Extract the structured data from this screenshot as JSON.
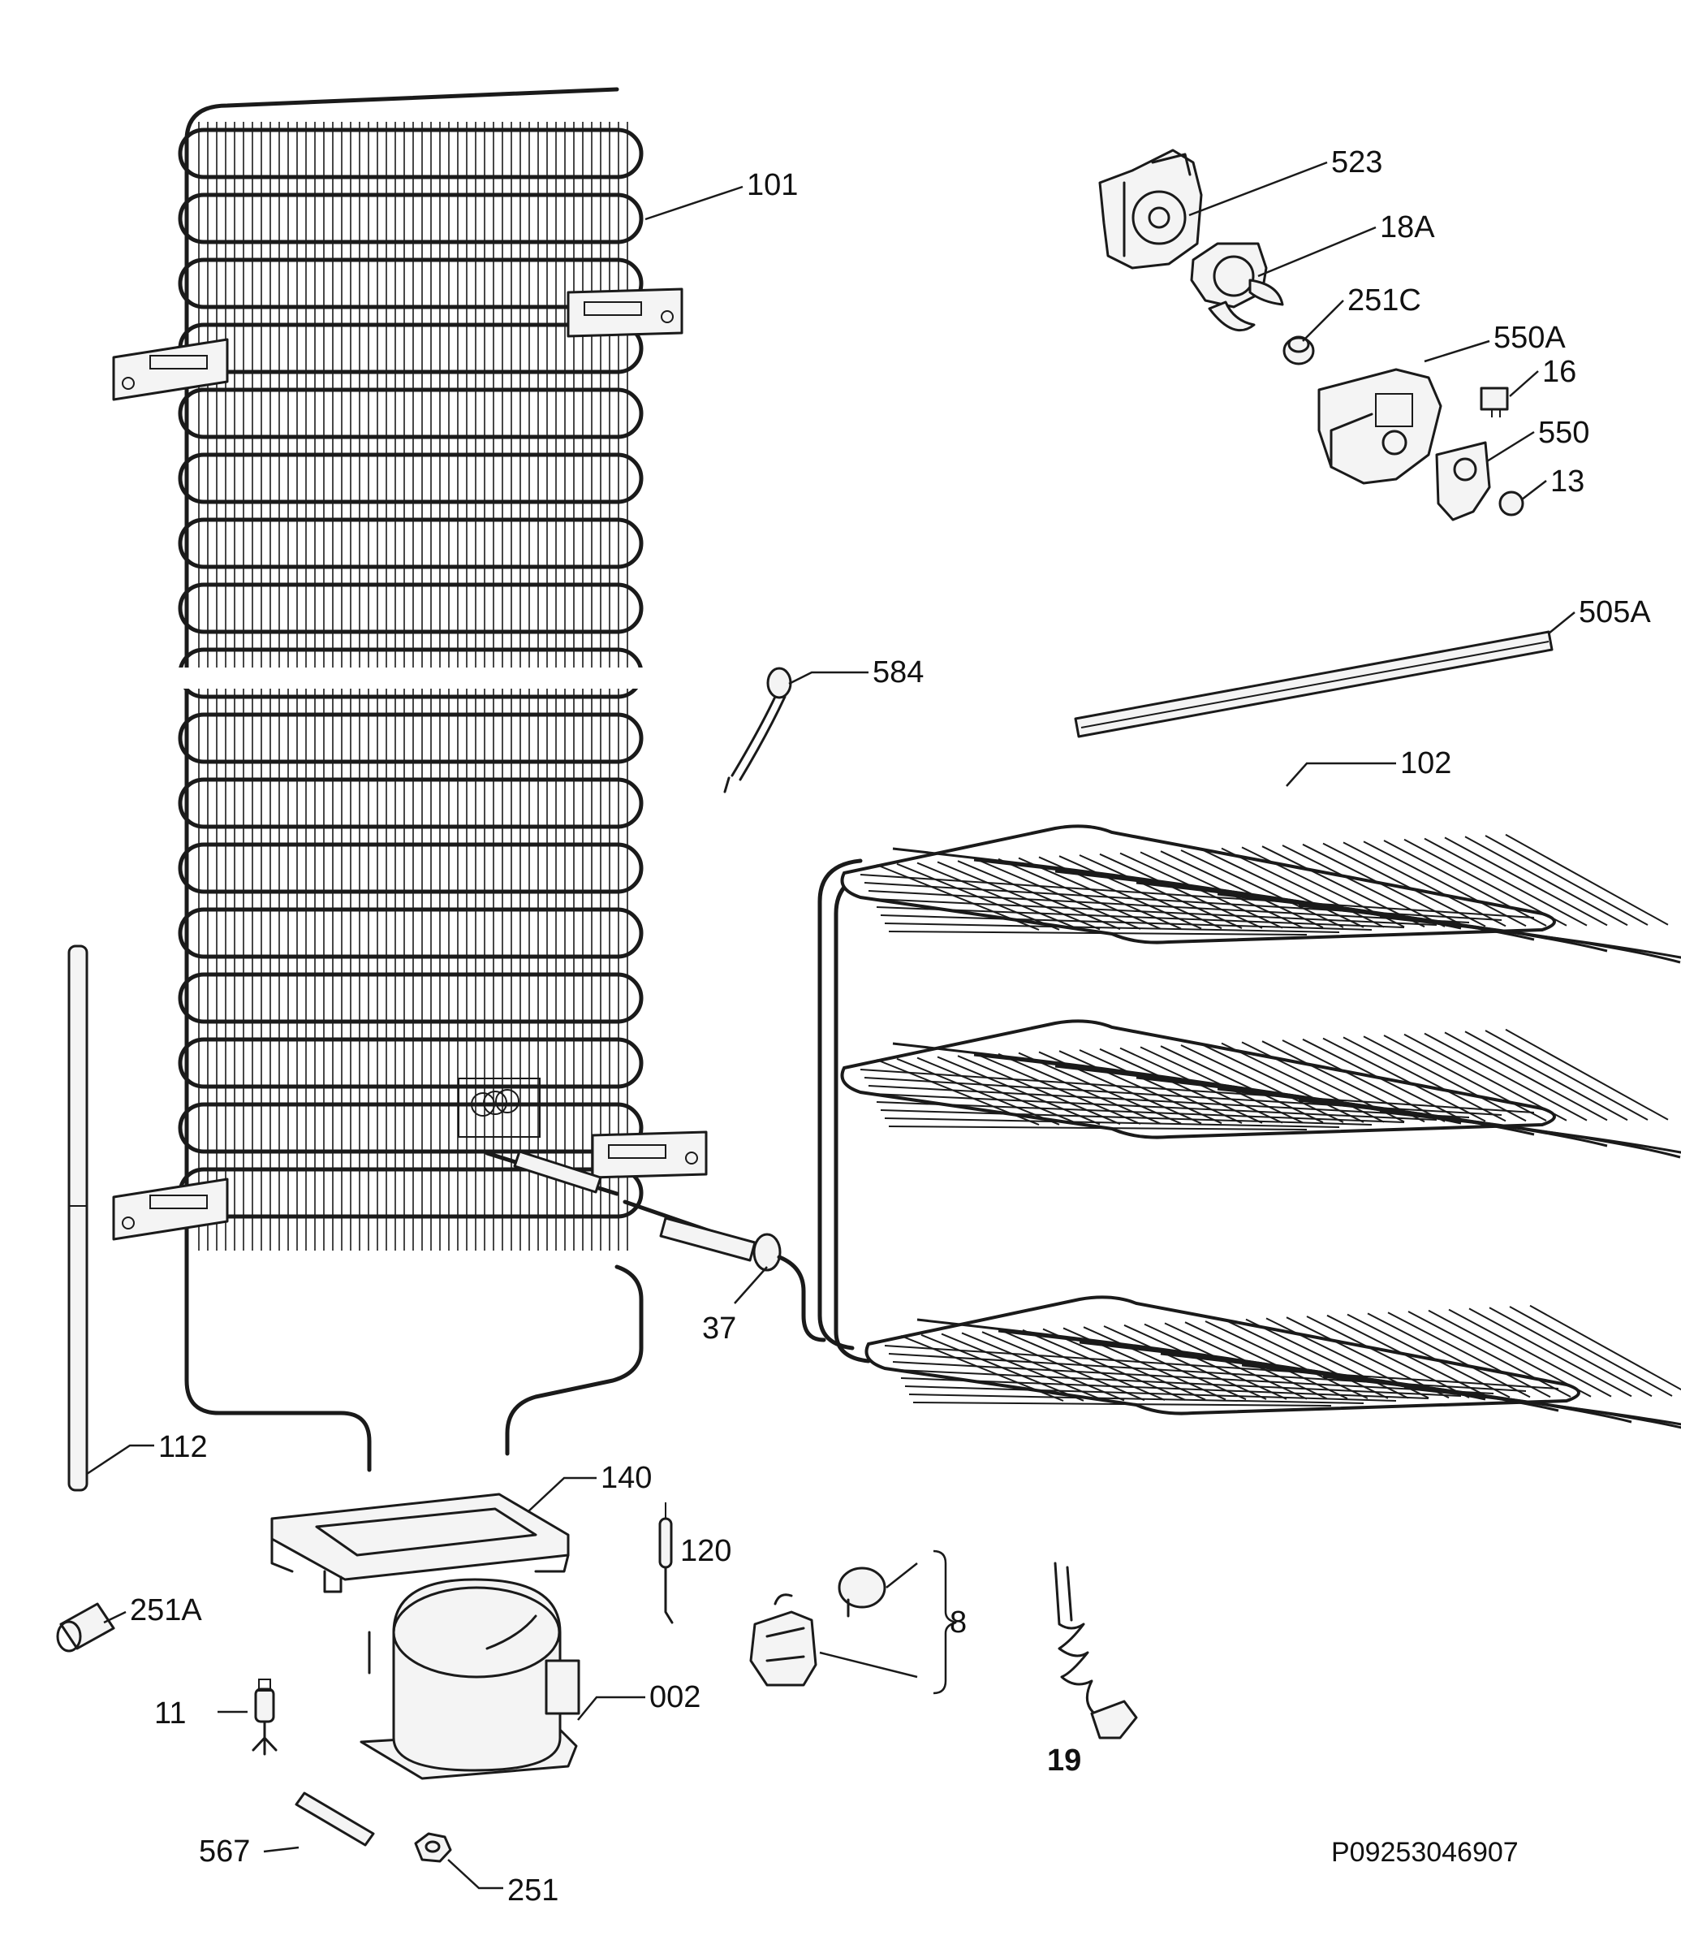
{
  "document_code": "P09253046907",
  "callouts": {
    "c523": "523",
    "c101": "101",
    "c18a": "18A",
    "c251c": "251C",
    "c550a": "550A",
    "c16": "16",
    "c550": "550",
    "c13": "13",
    "c505a": "505A",
    "c584": "584",
    "c102": "102",
    "c37": "37",
    "c112": "112",
    "c140": "140",
    "c120": "120",
    "c251a": "251A",
    "c8": "8",
    "c002": "002",
    "c11": "11",
    "c19": "19",
    "c567": "567",
    "c251": "251"
  }
}
